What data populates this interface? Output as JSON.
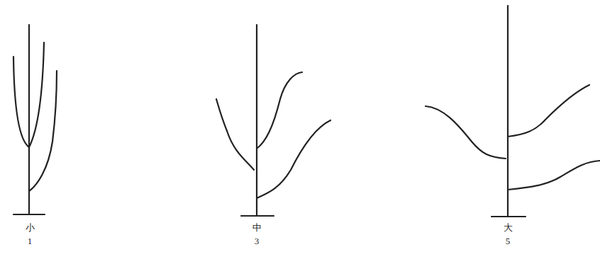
{
  "diagram": {
    "labels": [
      "小",
      "1",
      "中",
      "3",
      "大",
      "5"
    ]
  }
}
